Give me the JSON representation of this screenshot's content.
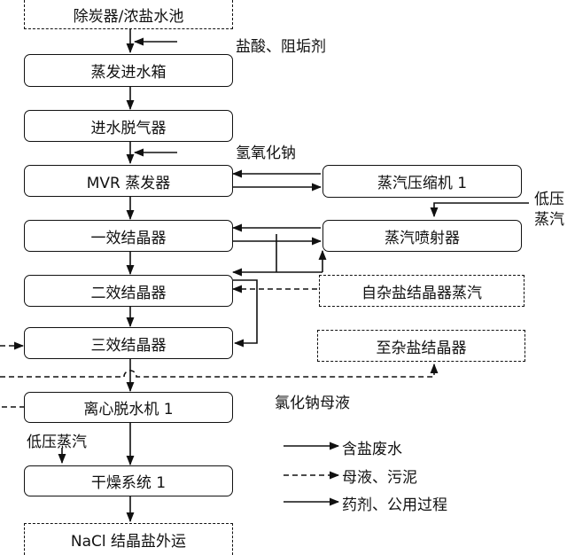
{
  "nodes": {
    "carbon_pool": "除炭器/浓盐水池",
    "feed_tank": "蒸发进水箱",
    "deaerator": "进水脱气器",
    "mvr": "MVR 蒸发器",
    "compressor": "蒸汽压缩机 1",
    "crystallizer_1": "一效结晶器",
    "ejector": "蒸汽喷射器",
    "crystallizer_2": "二效结晶器",
    "mixed_steam_source": "自杂盐结晶器蒸汽",
    "crystallizer_3": "三效结晶器",
    "to_mixed_crystallizer": "至杂盐结晶器",
    "centrifuge": "离心脱水机 1",
    "dryer": "干燥系统 1",
    "nacl_out": "NaCl 结晶盐外运"
  },
  "labels": {
    "acid_antiscalant": "盐酸、阻垢剂",
    "naoh": "氢氧化钠",
    "low_pressure_steam_right_1": "低压",
    "low_pressure_steam_right_2": "蒸汽",
    "nacl_mother_liquor": "氯化钠母液",
    "low_pressure_steam_left": "低压蒸汽"
  },
  "legend": {
    "saline_wastewater": "含盐废水",
    "mother_liquor_sludge": "母液、污泥",
    "chemicals_utilities": "药剂、公用过程"
  }
}
